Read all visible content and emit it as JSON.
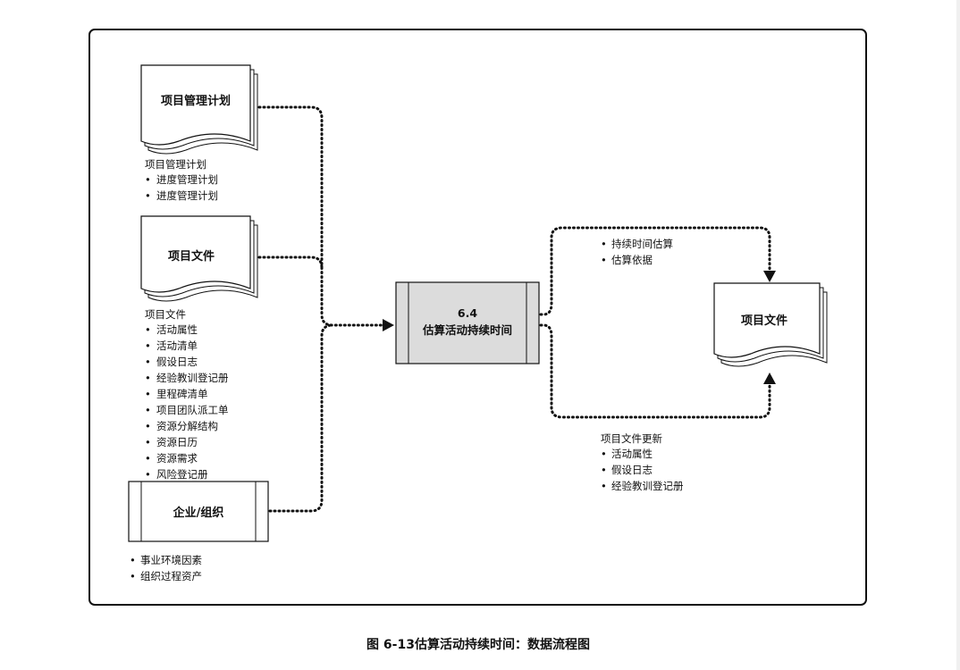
{
  "inputs": {
    "pm_plan": {
      "title": "项目管理计划",
      "heading": "项目管理计划",
      "items": [
        "进度管理计划",
        "进度管理计划"
      ]
    },
    "project_docs": {
      "title": "项目文件",
      "heading": "项目文件",
      "items": [
        "活动属性",
        "活动清单",
        "假设日志",
        "经验教训登记册",
        "里程碑清单",
        "项目团队派工单",
        "资源分解结构",
        "资源日历",
        "资源需求",
        "风险登记册"
      ]
    },
    "enterprise": {
      "title": "企业/组织",
      "items": [
        "事业环境因素",
        "组织过程资产"
      ]
    }
  },
  "process": {
    "number": "6.4",
    "name": "估算活动持续时间"
  },
  "outputs": {
    "top_items": [
      "持续时间估算",
      "估算依据"
    ],
    "doc_title": "项目文件",
    "updates": {
      "heading": "项目文件更新",
      "items": [
        "活动属性",
        "假设日志",
        "经验教训登记册"
      ]
    }
  },
  "caption": "图 6-13估算活动持续时间：数据流程图",
  "bullet": "•"
}
